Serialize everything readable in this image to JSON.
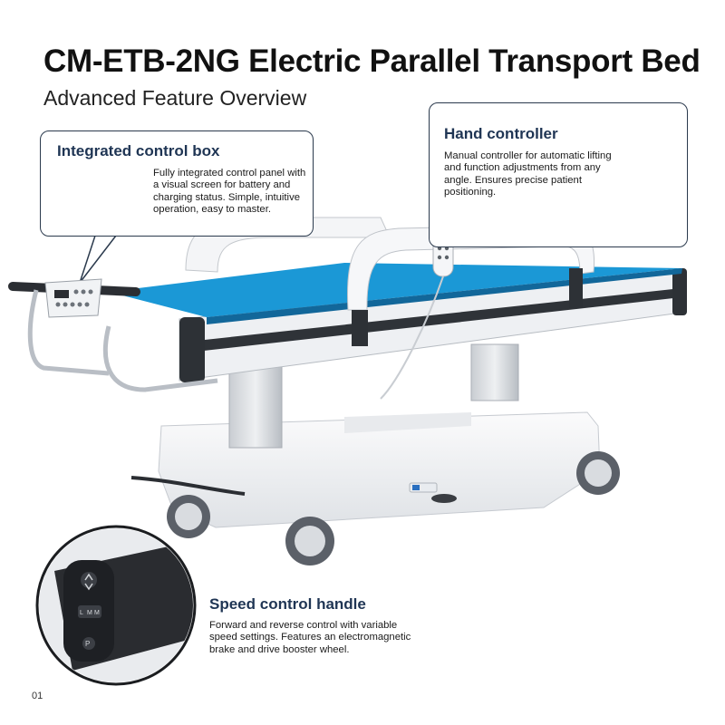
{
  "title": "CM-ETB-2NG Electric Parallel Transport Bed",
  "subtitle": "Advanced Feature Overview",
  "control_box": {
    "heading": "Integrated control box",
    "description": "Fully integrated control panel with a visual screen for battery and charging status. Simple, intuitive operation, easy to master."
  },
  "hand_controller": {
    "heading": "Hand controller",
    "description": "Manual controller for automatic lifting and function adjustments from any angle. Ensures precise patient positioning."
  },
  "speed_handle": {
    "heading": "Speed control handle",
    "description": "Forward and reverse control with variable speed settings. Features an electromagnetic brake and drive booster wheel.",
    "button_labels": [
      "L",
      "M",
      "M"
    ]
  },
  "page_number": "01",
  "colors": {
    "mattress": "#1b98d6",
    "frame": "#f2f3f5",
    "heading": "#1f3554",
    "callout_border": "#2b3a4d"
  }
}
